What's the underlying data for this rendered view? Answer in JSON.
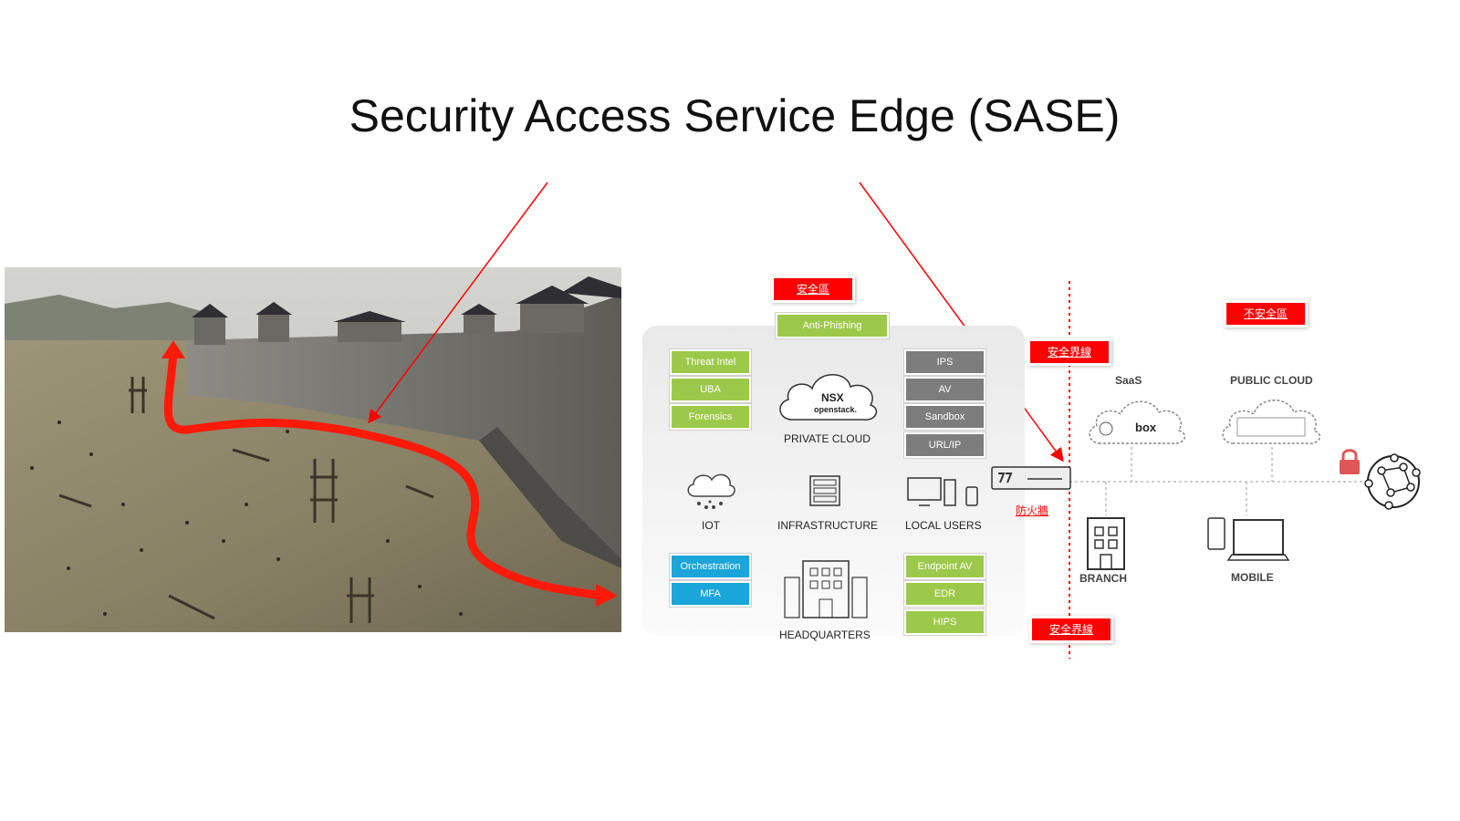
{
  "slide_title": "Security Access Service Edge (SASE)",
  "tags": {
    "secure_zone": "安全區",
    "insecure_zone": "不安全區",
    "boundary_top": "安全界線",
    "boundary_bottom": "安全界線",
    "firewall": "防火牆"
  },
  "left_security": [
    "Threat Intel",
    "UBA",
    "Forensics"
  ],
  "top_security": "Anti-Phishing",
  "right_security": [
    "IPS",
    "AV",
    "Sandbox",
    "URL/IP"
  ],
  "identity": [
    "Orchestration",
    "MFA"
  ],
  "endpoint": [
    "Endpoint AV",
    "EDR",
    "HIPS"
  ],
  "private_cloud": {
    "label": "PRIVATE CLOUD",
    "logos": [
      "NSX",
      "openstack."
    ]
  },
  "nodes": {
    "iot": "IOT",
    "infrastructure": "INFRASTRUCTURE",
    "local_users": "LOCAL USERS",
    "headquarters": "HEADQUARTERS",
    "saas": "SaaS",
    "public_cloud": "PUBLIC CLOUD",
    "branch": "BRANCH",
    "mobile": "MOBILE"
  },
  "saas_logos": [
    "box"
  ],
  "colors": {
    "accent_red": "#ff0000",
    "green": "#9dc94a",
    "blue": "#1aa6d9",
    "gray": "#7d7d7d"
  }
}
